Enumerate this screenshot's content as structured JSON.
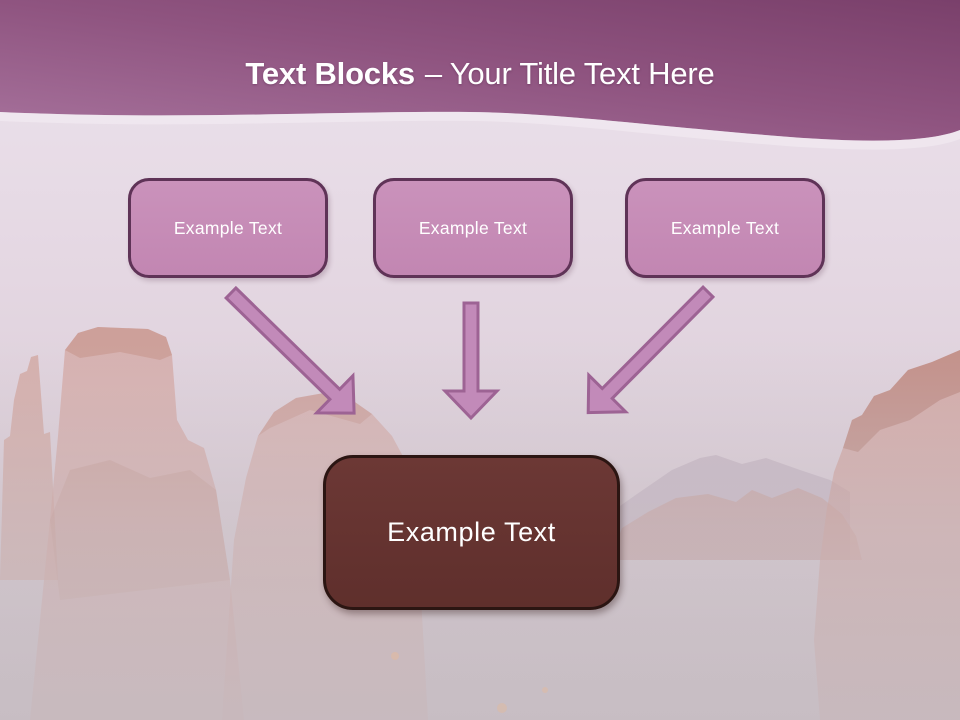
{
  "slide": {
    "title": {
      "bold": "Text Blocks",
      "rest": "– Your Title Text Here"
    },
    "blocks": [
      {
        "label": "Example Text"
      },
      {
        "label": "Example Text"
      },
      {
        "label": "Example Text"
      }
    ],
    "result_block": {
      "label": "Example Text"
    },
    "arrows": [
      {
        "icon": "arrow-down-right"
      },
      {
        "icon": "arrow-down"
      },
      {
        "icon": "arrow-down-left"
      }
    ],
    "colors": {
      "header_gradient_dark": "#7a406b",
      "header_gradient_light": "#a5709a",
      "block_fill": "#c68db7",
      "block_border": "#5f3357",
      "arrow_fill": "#c28ab9",
      "arrow_border": "#9d6394",
      "result_fill": "#653331",
      "result_border": "#2b1512",
      "title_text": "#ffffff",
      "block_text": "#ffffff"
    },
    "background": {
      "description": "faded desert red-rock landscape photograph under lavender-pink haze"
    }
  }
}
